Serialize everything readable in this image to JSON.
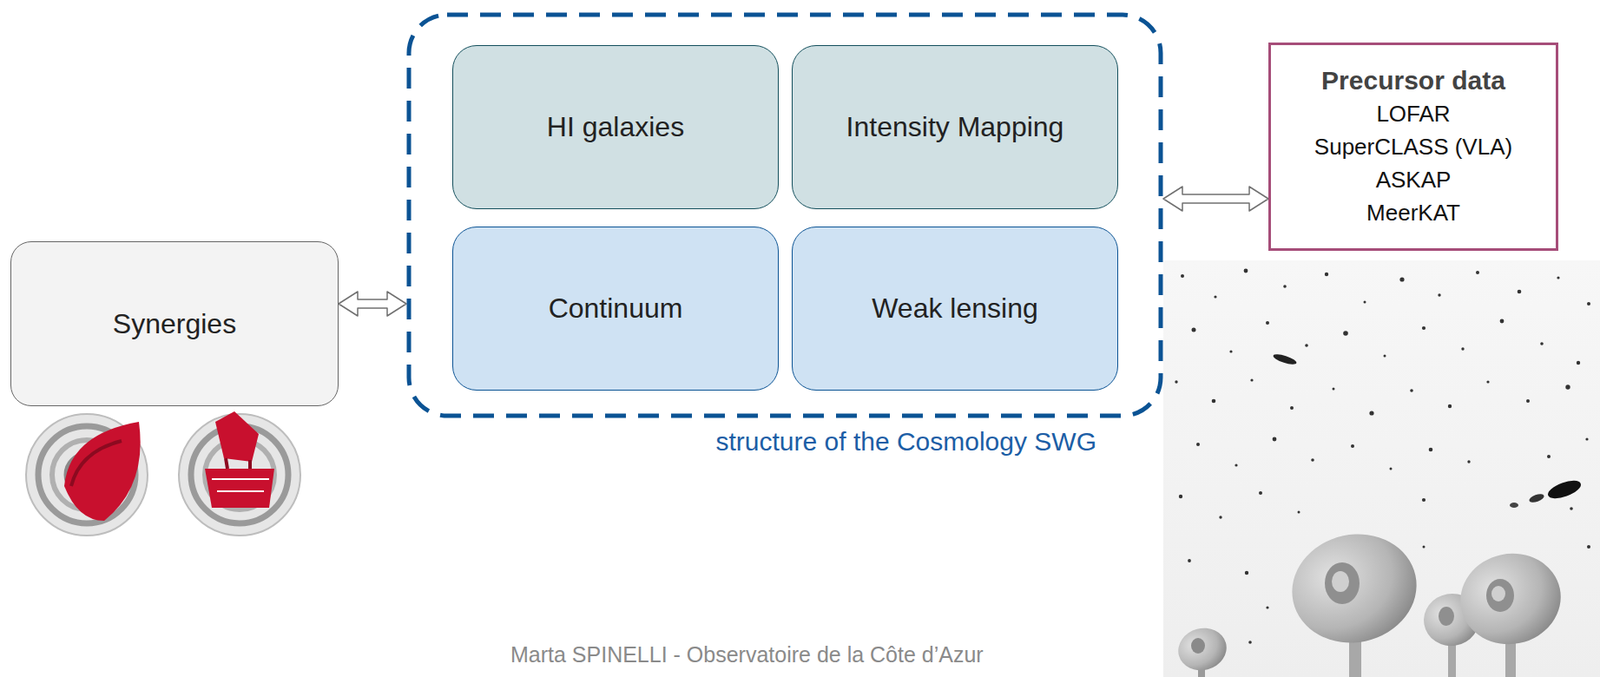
{
  "diagram": {
    "nodes": [
      {
        "text": [
          "structure of the Cosmology SWG"
        ]
      },
      {
        "text": [
          "HI galaxies"
        ],
        "in": 0
      },
      {
        "text": [
          "Intensity Mapping"
        ],
        "in": 0
      },
      {
        "text": [
          "Continuum"
        ],
        "in": 0
      },
      {
        "text": [
          "Weak lensing"
        ],
        "in": 0
      },
      {
        "text": [
          "Synergies"
        ]
      },
      {
        "text": [
          "Precursor data",
          "LOFAR",
          "SuperCLASS (VLA)",
          "ASKAP",
          "MeerKAT"
        ]
      }
    ],
    "edges": [
      {
        "from": 5,
        "to": 0,
        "arrow": "both"
      },
      {
        "from": 0,
        "to": 6,
        "arrow": "both"
      }
    ],
    "labels": [
      "Marta SPINELLI - Observatoire de la Côte d’Azur"
    ]
  }
}
